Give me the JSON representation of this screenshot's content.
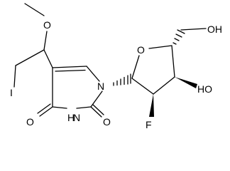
{
  "molecule": {
    "atoms": {
      "o_ether": "O",
      "iodine": "I",
      "n1": "N",
      "n3_h": "H",
      "n3": "N",
      "o4": "O",
      "o2": "O",
      "o_ring": "O",
      "o5_h": "OH",
      "o3_h": "HO",
      "fluorine": "F"
    },
    "colors": {
      "bond": "#000000",
      "background": "#ffffff"
    }
  }
}
